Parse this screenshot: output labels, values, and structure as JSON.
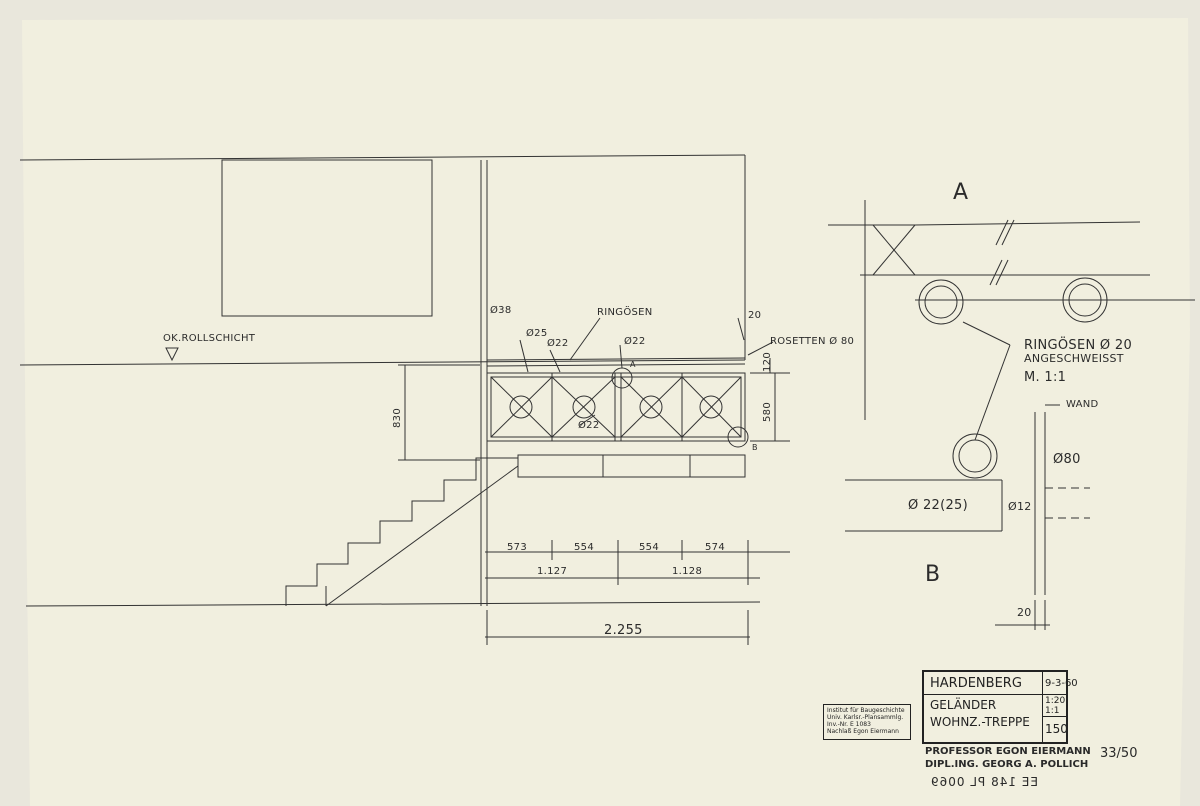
{
  "drawing": {
    "label_dk": "OK.ROLLSCHICHT",
    "label_ringoesen": "RINGÖSEN",
    "label_rosetten": "ROSETTEN Ø 80",
    "dim_38": "Ø38",
    "dim_25": "Ø25",
    "dim_22_a": "Ø22",
    "dim_22_b": "Ø22",
    "dim_22_c": "Ø22",
    "dim_20_top": "20",
    "dim_120": "120",
    "dim_580": "580",
    "dim_830": "830",
    "marker_a_small": "A",
    "marker_b_small": "B",
    "dim_573": "573",
    "dim_554_a": "554",
    "dim_554_b": "554",
    "dim_574": "574",
    "dim_1127": "1.127",
    "dim_1128": "1.128",
    "dim_2255": "2.255"
  },
  "detail": {
    "label_a": "A",
    "label_b": "B",
    "ringoesen_note_line1": "RINGÖSEN Ø 20",
    "ringoesen_note_line2": "ANGESCHWEISST",
    "scale_note": "M. 1:1",
    "wand": "WAND",
    "dim_80": "Ø80",
    "dim_22_25": "Ø 22(25)",
    "dim_12": "Ø12",
    "dim_20": "20"
  },
  "title_block": {
    "project": "HARDENBERG",
    "date": "9-3-60",
    "line1": "GELÄNDER",
    "line2": "WOHNZ.-TREPPE",
    "scale1": "1:20",
    "scale2": "1:1",
    "number": "150"
  },
  "stamp": {
    "line1": "Institut für Baugeschichte",
    "line2": "Univ. Karlsr.-Plansammlg.",
    "line3": "Inv.-Nr. E 1083",
    "line4": "Nachlaß Egon Eiermann"
  },
  "footer": {
    "line1": "PROFESSOR EGON EIERMANN",
    "line2": "DIPL.ING. GEORG A. POLLICH",
    "page": "33/50",
    "inventory": "EE 148 PL 0069"
  }
}
